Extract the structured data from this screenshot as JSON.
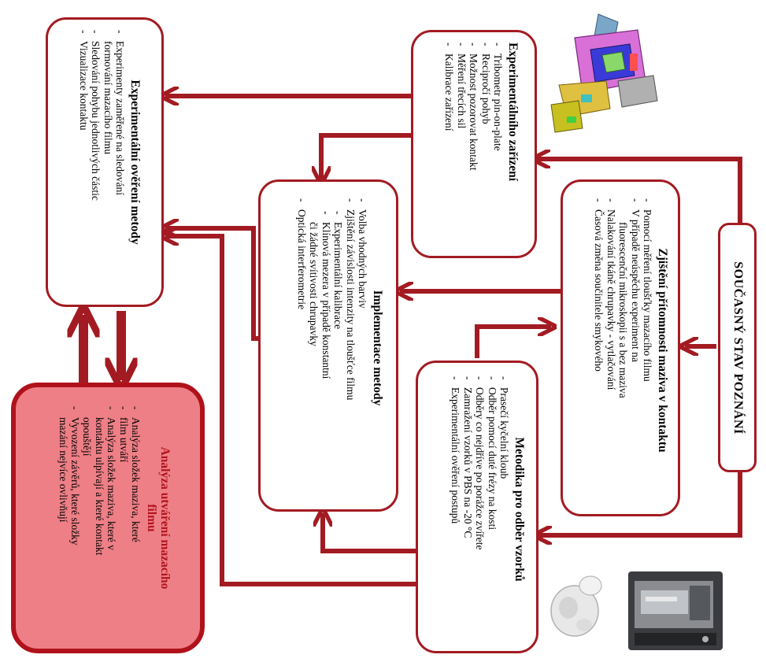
{
  "colors": {
    "arrow": "#a31b22",
    "box_border": "#a31b22",
    "highlight_fill": "#ee7f86",
    "highlight_title": "#b0121b"
  },
  "state_of_art": {
    "title": "SOUČASNÝ STAV POZNÁNÍ"
  },
  "boxes": {
    "presence": {
      "title": "Zjištění přítomnosti maziva v kontaktu",
      "items": [
        "Pomocí měření tloušťky mazacího filmu",
        "V případě neúspěchu experiment na",
        "fluorescenční mikroskopii s a bez maziva",
        "Nalakování tkáně chrupavky - vytlačování",
        "Časová změna součinitele smykového"
      ]
    },
    "device": {
      "title": "Experimentálního zařízení",
      "items": [
        "Tribometr pin-on-plate",
        "Recipročí pohyb",
        "Možnost pozorovat kontakt",
        "Měření třecích sil",
        "Kalibrace zařízení"
      ]
    },
    "verification": {
      "title": "Experimentální ověření metody",
      "items": [
        "Experimenty zaměřené na sledování",
        "formování mazacího filmu",
        "Sledování pohybu jednotlivých částic",
        "Vizualizace kontaktu"
      ]
    },
    "implementation": {
      "title": "Implementace metody",
      "items": [
        "Volba vhodných barviv",
        "Zjištění závislosti intenzity na tloušťce filmu",
        "Experimentální kalibrace",
        "Klínová mezera v případě konstantní",
        "či žádné svítivosti chrupavky",
        "Optická interferometrie"
      ]
    },
    "sampling": {
      "title": "Metodika pro odběr vzorků",
      "items": [
        "Prasečí kyčelní kloub",
        "Odběr pomocí duté frézy na kosti",
        "Odběry co nejdříve po porážce zvířete",
        "Zamražení vzorků v PBS na -20 °C",
        "Experimentální ověření postupů"
      ]
    },
    "analysis": {
      "title_line1": "Analýza utváření mazacího",
      "title_line2": "filmu",
      "items": [
        "Analýza složek maziva, které",
        "film utváří",
        "Analýza složek maziva, které v",
        "kontaktu ulpívají a které kontakt",
        "opouštějí",
        "Vyvození závěrů, které složky",
        "mazání nejvíce ovlivňují"
      ]
    }
  },
  "illustrations": [
    "tribometer-cad-model",
    "hip-joint-model",
    "testing-machine-photo"
  ]
}
